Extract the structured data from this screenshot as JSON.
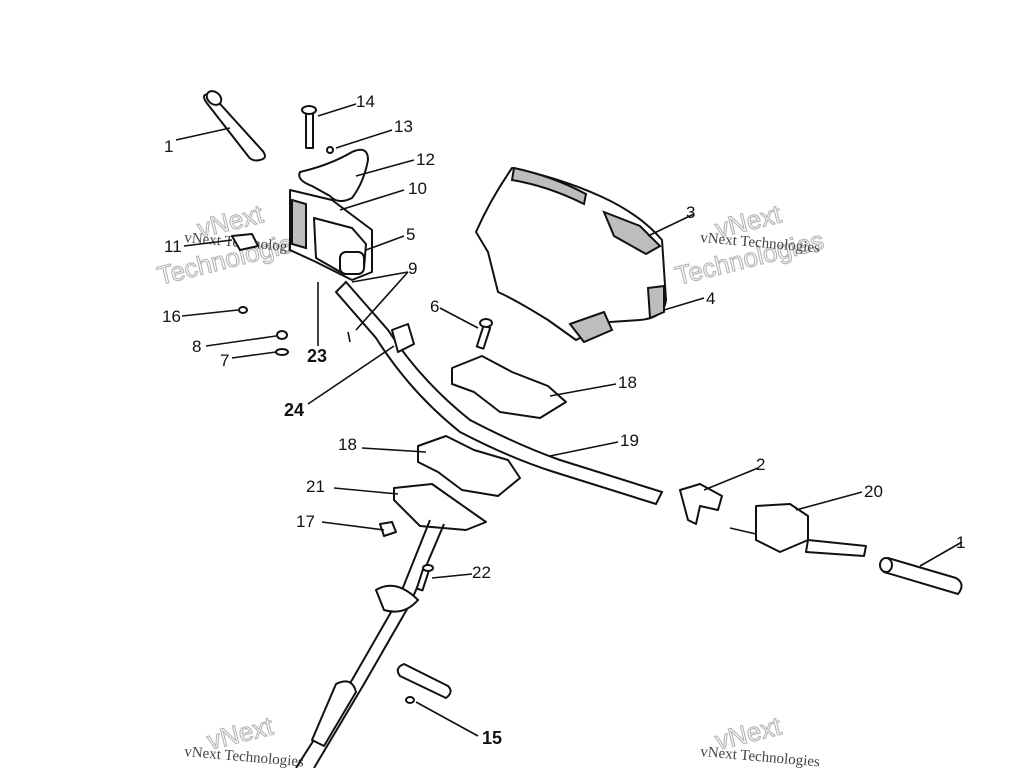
{
  "callouts": [
    {
      "id": "c1",
      "label": "1"
    },
    {
      "id": "c14",
      "label": "14"
    },
    {
      "id": "c13",
      "label": "13"
    },
    {
      "id": "c12",
      "label": "12"
    },
    {
      "id": "c10",
      "label": "10"
    },
    {
      "id": "c11",
      "label": "11"
    },
    {
      "id": "c5",
      "label": "5"
    },
    {
      "id": "c9",
      "label": "9"
    },
    {
      "id": "c16",
      "label": "16"
    },
    {
      "id": "c8",
      "label": "8"
    },
    {
      "id": "c7",
      "label": "7"
    },
    {
      "id": "c23",
      "label": "23"
    },
    {
      "id": "c24",
      "label": "24"
    },
    {
      "id": "c3",
      "label": "3"
    },
    {
      "id": "c4",
      "label": "4"
    },
    {
      "id": "c6",
      "label": "6"
    },
    {
      "id": "c18a",
      "label": "18"
    },
    {
      "id": "c18b",
      "label": "18"
    },
    {
      "id": "c19",
      "label": "19"
    },
    {
      "id": "c21",
      "label": "21"
    },
    {
      "id": "c2",
      "label": "2"
    },
    {
      "id": "c20",
      "label": "20"
    },
    {
      "id": "c1b",
      "label": "1"
    },
    {
      "id": "c17",
      "label": "17"
    },
    {
      "id": "c22",
      "label": "22"
    },
    {
      "id": "c15",
      "label": "15"
    }
  ],
  "watermark": {
    "small": "vNext Technologies",
    "line1": "vNext",
    "line2": "Technologies"
  }
}
